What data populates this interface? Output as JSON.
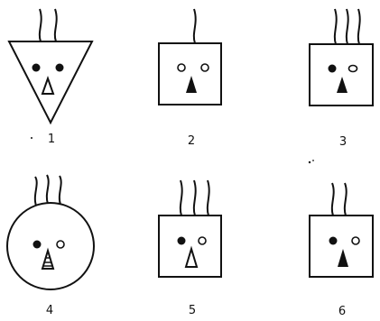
{
  "figures": [
    {
      "label": "1",
      "shape": "inverted-triangle",
      "hairs": 2,
      "left_eye": "filled",
      "right_eye": "filled",
      "nose": "hollow"
    },
    {
      "label": "2",
      "shape": "square",
      "hairs": 1,
      "left_eye": "hollow",
      "right_eye": "hollow",
      "nose": "filled"
    },
    {
      "label": "3",
      "shape": "square",
      "hairs": 3,
      "left_eye": "filled",
      "right_eye": "hollow",
      "nose": "filled"
    },
    {
      "label": "4",
      "shape": "circle",
      "hairs": 3,
      "left_eye": "filled",
      "right_eye": "hollow",
      "nose": "striped"
    },
    {
      "label": "5",
      "shape": "square",
      "hairs": 3,
      "left_eye": "filled",
      "right_eye": "hollow",
      "nose": "hollow"
    },
    {
      "label": "6",
      "shape": "square",
      "hairs": 2,
      "left_eye": "filled",
      "right_eye": "hollow",
      "nose": "filled"
    }
  ],
  "colors": {
    "ink": "#111111",
    "paper": "#ffffff"
  }
}
